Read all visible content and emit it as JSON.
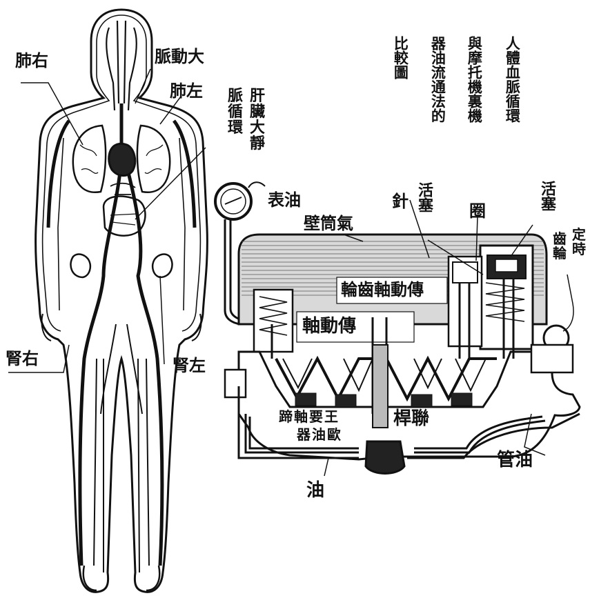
{
  "title_columns": [
    "人體血脈循環",
    "與摩托機裏機",
    "器油流通法的",
    "比較圖"
  ],
  "body_labels": {
    "right_lung": "肺右",
    "aorta": "脈動大",
    "left_lung": "肺左",
    "liver_vein": [
      "肝",
      "臟",
      "大",
      "靜"
    ],
    "vein_circulation": [
      "脈",
      "循",
      "環"
    ],
    "right_kidney": "腎右",
    "left_kidney": "腎左"
  },
  "engine_labels": {
    "oil_gauge": "表油",
    "needle": "針",
    "piston_top": "活塞",
    "ring": "圈",
    "piston_right": "活塞",
    "timing_gear": [
      "定",
      "時",
      "齒",
      "輪"
    ],
    "cylinder_wall": "壁筒氣",
    "crankshaft": "軸動傳",
    "crank_gear": "輪齒軸動傳",
    "connecting_rod": "桿聯",
    "oil_pump": [
      "蹄",
      "軸",
      "要",
      "王"
    ],
    "oil_pump_2": [
      "器",
      "油",
      "歐"
    ],
    "oil_pipe": "管油",
    "oil": "油"
  }
}
